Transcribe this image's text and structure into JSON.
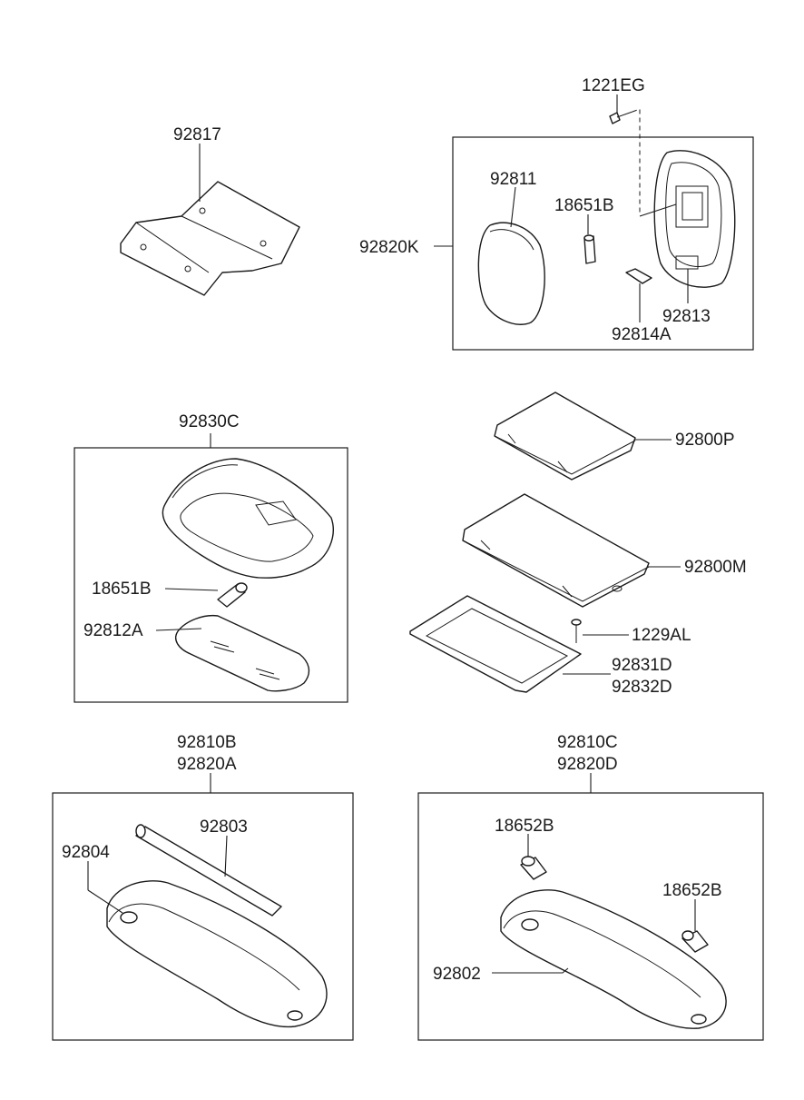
{
  "labels": {
    "p92817": "92817",
    "p1221EG": "1221EG",
    "p92811": "92811",
    "p18651B_top": "18651B",
    "p92820K": "92820K",
    "p92813": "92813",
    "p92814A": "92814A",
    "p92830C": "92830C",
    "p18651B_mid": "18651B",
    "p92812A": "92812A",
    "p92800P": "92800P",
    "p92800M": "92800M",
    "p1229AL": "1229AL",
    "p92831D": "92831D",
    "p92832D": "92832D",
    "p92810B": "92810B",
    "p92820A": "92820A",
    "p92803": "92803",
    "p92804": "92804",
    "p92810C": "92810C",
    "p92820D": "92820D",
    "p18652B_a": "18652B",
    "p18652B_b": "18652B",
    "p92802": "92802"
  }
}
